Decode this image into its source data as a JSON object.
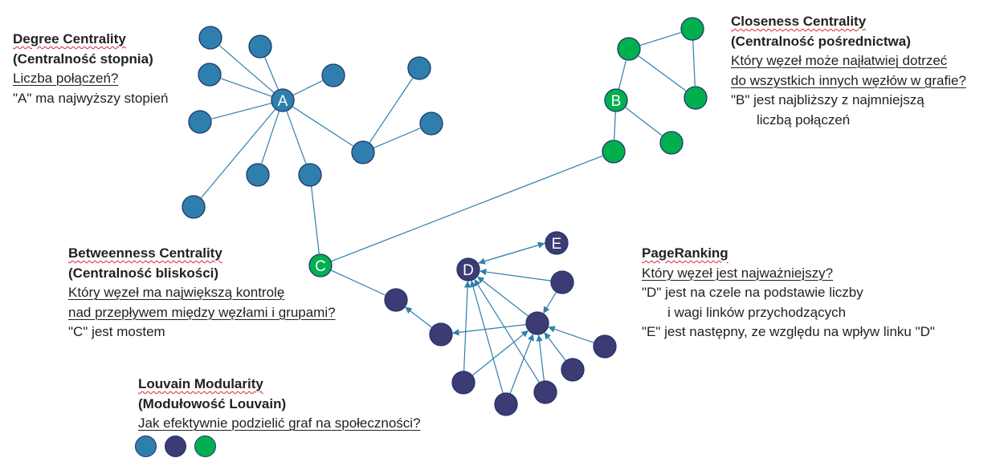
{
  "degree": {
    "title": "Degree Centrality",
    "subtitle": "(Centralność stopnia)",
    "question": "Liczba połączeń?",
    "answer": "\"A\" ma najwyższy stopień"
  },
  "closeness": {
    "title": "Closeness Centrality",
    "subtitle": "(Centralność pośrednictwa)",
    "question_line1": "Który węzeł może najłatwiej dotrzeć ",
    "question_line2": "do wszystkich innych węzłów w grafie?",
    "answer_line1": "\"B\" jest najbliższy z najmniejszą",
    "answer_line2": "liczbą połączeń"
  },
  "betweenness": {
    "title": "Betweenness Centrality",
    "subtitle": "(Centralność bliskości)",
    "question_line1": "Który węzeł ma największą kontrolę ",
    "question_line2": "nad przepływem między węzłami i grupami?",
    "answer": "\"C\" jest mostem"
  },
  "pagerank": {
    "title": "PageRanking",
    "question": "Który węzeł jest najważniejszy?",
    "answer_line1": "\"D\" jest na czele na podstawie liczby",
    "answer_line2": "i wagi linków przychodzących",
    "answer_line3": "\"E\" jest następny, ze względu na wpływ linku \"D\""
  },
  "louvain": {
    "title": "Louvain Modularity",
    "subtitle": "(Modułowość Louvain)",
    "question": "Jak efektywnie podzielić graf na społeczności?",
    "legend_colors": [
      "#2e7fad",
      "#3d3b73",
      "#00b04f"
    ]
  },
  "graph": {
    "colors": {
      "blue": "#2e7fad",
      "green": "#00b04f",
      "navy": "#3d3b73",
      "edge": "#2e7fad",
      "stroke": "#20376b"
    },
    "labels": {
      "A": "A",
      "B": "B",
      "C": "C",
      "D": "D",
      "E": "E"
    }
  }
}
